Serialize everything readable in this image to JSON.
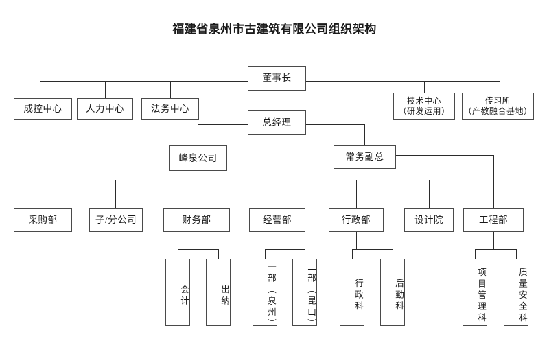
{
  "page": {
    "title": "福建省泉州市古建筑有限公司组织架构",
    "background": "#ffffff",
    "line_color": "#2b2b2b",
    "box_border_color": "#4a4a4a"
  },
  "chart_data": {
    "type": "diagram",
    "diagram_type": "organization-chart",
    "title": "福建省泉州市古建筑有限公司组织架构",
    "orientation": "top-down",
    "levels": [
      {
        "level": 1,
        "nodes": [
          {
            "id": "chairman",
            "label": "董事长"
          }
        ]
      },
      {
        "level": 2,
        "nodes": [
          {
            "id": "cost-control-center",
            "label": "成控中心"
          },
          {
            "id": "hr-center",
            "label": "人力中心"
          },
          {
            "id": "legal-center",
            "label": "法务中心"
          },
          {
            "id": "tech-center",
            "label": "技术中心\n（研发运用）"
          },
          {
            "id": "training-institute",
            "label": "传习所\n（产教融合基地）"
          }
        ]
      },
      {
        "level": 3,
        "nodes": [
          {
            "id": "general-manager",
            "label": "总经理"
          }
        ]
      },
      {
        "level": 4,
        "nodes": [
          {
            "id": "fengquan-company",
            "label": "峰泉公司"
          },
          {
            "id": "executive-deputy-gm",
            "label": "常务副总"
          }
        ]
      },
      {
        "level": 5,
        "nodes": [
          {
            "id": "purchasing-dept",
            "label": "采购部"
          },
          {
            "id": "subsidiary-branch",
            "label": "子/分公司"
          },
          {
            "id": "finance-dept",
            "label": "财务部"
          },
          {
            "id": "operations-dept",
            "label": "经营部"
          },
          {
            "id": "administration-dept",
            "label": "行政部"
          },
          {
            "id": "design-institute",
            "label": "设计院"
          },
          {
            "id": "engineering-dept",
            "label": "工程部"
          }
        ]
      },
      {
        "level": 6,
        "nodes": [
          {
            "id": "accounting-section",
            "label": "会计"
          },
          {
            "id": "cashier-section",
            "label": "出纳"
          },
          {
            "id": "division-one-quanzhou",
            "label": "一部（泉州）"
          },
          {
            "id": "division-two-kunshan",
            "label": "二部（昆山）"
          },
          {
            "id": "admin-section",
            "label": "行政科"
          },
          {
            "id": "logistics-section",
            "label": "后勤科"
          },
          {
            "id": "project-management-section",
            "label": "项目管理科"
          },
          {
            "id": "quality-safety-section",
            "label": "质量安全科"
          }
        ]
      }
    ],
    "edges": [
      {
        "from": "chairman",
        "to": "cost-control-center"
      },
      {
        "from": "chairman",
        "to": "hr-center"
      },
      {
        "from": "chairman",
        "to": "legal-center"
      },
      {
        "from": "chairman",
        "to": "tech-center"
      },
      {
        "from": "chairman",
        "to": "training-institute"
      },
      {
        "from": "chairman",
        "to": "general-manager"
      },
      {
        "from": "cost-control-center",
        "to": "purchasing-dept"
      },
      {
        "from": "general-manager",
        "to": "fengquan-company"
      },
      {
        "from": "general-manager",
        "to": "executive-deputy-gm"
      },
      {
        "from": "general-manager",
        "to": "operations-dept"
      },
      {
        "from": "fengquan-company",
        "to": "subsidiary-branch"
      },
      {
        "from": "fengquan-company",
        "to": "finance-dept"
      },
      {
        "from": "executive-deputy-gm",
        "to": "administration-dept"
      },
      {
        "from": "executive-deputy-gm",
        "to": "design-institute"
      },
      {
        "from": "executive-deputy-gm",
        "to": "engineering-dept"
      },
      {
        "from": "finance-dept",
        "to": "accounting-section"
      },
      {
        "from": "finance-dept",
        "to": "cashier-section"
      },
      {
        "from": "operations-dept",
        "to": "division-one-quanzhou"
      },
      {
        "from": "operations-dept",
        "to": "division-two-kunshan"
      },
      {
        "from": "administration-dept",
        "to": "admin-section"
      },
      {
        "from": "administration-dept",
        "to": "logistics-section"
      },
      {
        "from": "engineering-dept",
        "to": "project-management-section"
      },
      {
        "from": "engineering-dept",
        "to": "quality-safety-section"
      }
    ]
  }
}
